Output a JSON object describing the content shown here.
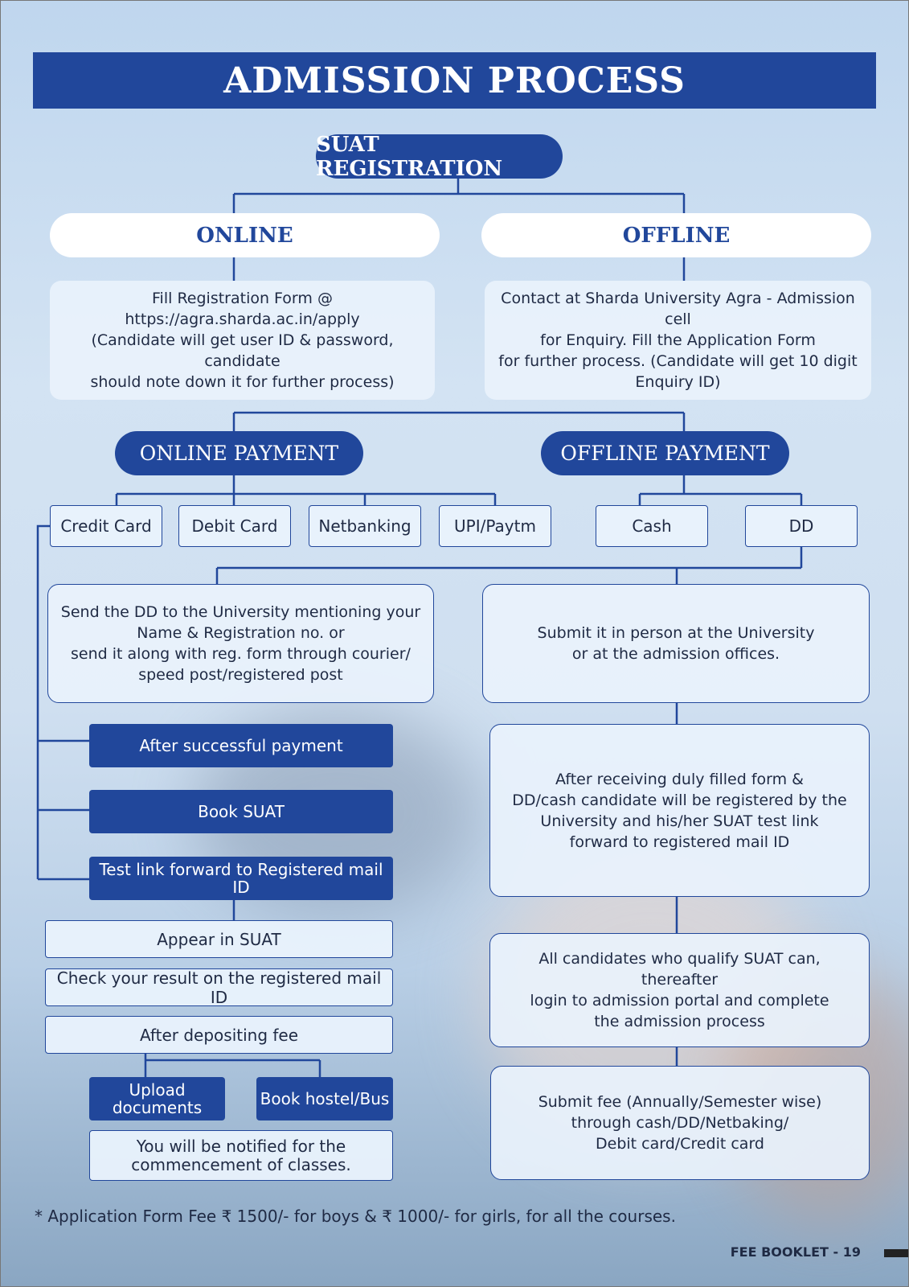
{
  "title": "ADMISSION PROCESS",
  "registration": "SUAT REGISTRATION",
  "modes": {
    "online": "ONLINE",
    "offline": "OFFLINE"
  },
  "online_form": {
    "line1": "Fill Registration Form @",
    "line2": "https://agra.sharda.ac.in/apply",
    "line3": "(Candidate will get user ID & password, candidate",
    "line4": "should note down it for further process)"
  },
  "offline_form": {
    "line1": "Contact at Sharda University Agra - Admission cell",
    "line2": "for Enquiry. Fill the Application Form",
    "line3": "for further process. (Candidate will get 10 digit",
    "line4": "Enquiry ID)"
  },
  "payments": {
    "online": "ONLINE PAYMENT",
    "offline": "OFFLINE PAYMENT"
  },
  "online_methods": [
    "Credit Card",
    "Debit Card",
    "Netbanking",
    "UPI/Paytm"
  ],
  "offline_methods": [
    "Cash",
    "DD"
  ],
  "dd_box": {
    "line1": "Send the DD to the University mentioning your",
    "line2": "Name & Registration no. or",
    "line3": "send it along with reg. form through courier/",
    "line4": "speed post/registered post"
  },
  "cash_box": {
    "line1": "Submit it in person at the University",
    "line2": "or at the admission offices."
  },
  "online_steps": [
    "After successful payment",
    "Book SUAT",
    "Test link forward to Registered mail ID"
  ],
  "common_steps": [
    "Appear in SUAT",
    "Check your result on the registered mail ID",
    "After depositing fee"
  ],
  "final_actions": {
    "upload_line1": "Upload",
    "upload_line2": "documents",
    "hostel": "Book hostel/Bus"
  },
  "notify": {
    "line1": "You will be notified for the",
    "line2": "commencement of classes."
  },
  "right_col": {
    "registered": {
      "line1": "After receiving duly filled form &",
      "line2": "DD/cash candidate will be registered by the",
      "line3": "University and his/her SUAT test link",
      "line4": "forward to registered mail ID"
    },
    "qualify": {
      "line1": "All candidates who qualify SUAT can, thereafter",
      "line2": "login to admission portal and complete",
      "line3": "the admission process"
    },
    "fee": {
      "line1": "Submit fee (Annually/Semester wise)",
      "line2": "through cash/DD/Netbaking/",
      "line3": "Debit card/Credit card"
    }
  },
  "footnote": "* Application Form Fee ₹ 1500/- for boys & ₹ 1000/- for girls, for all the courses.",
  "page_label": "FEE BOOKLET - 19",
  "colors": {
    "primary": "#21479b",
    "box_bg": "#e9f2fc"
  }
}
